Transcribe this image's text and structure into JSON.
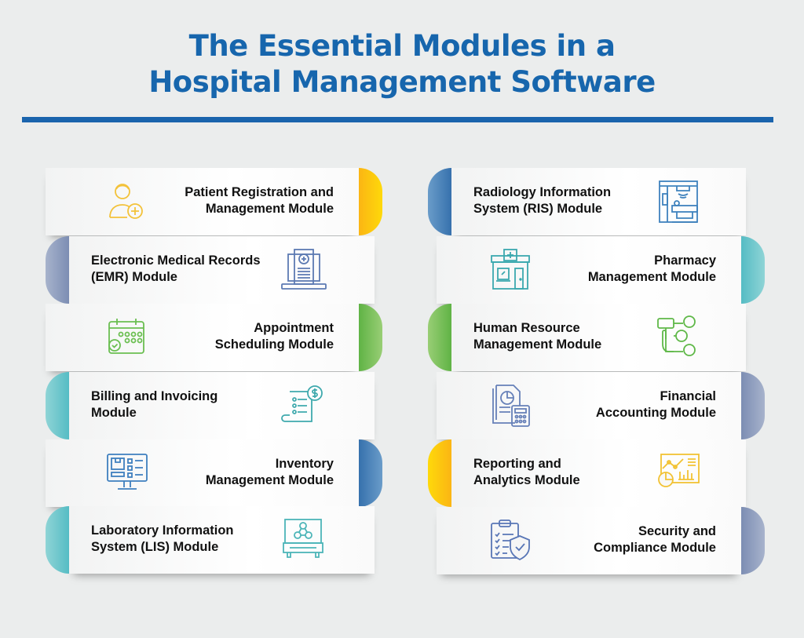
{
  "title": {
    "line1": "The Essential Modules in a",
    "line2": "Hospital Management Software"
  },
  "colors": {
    "title": "#1766ad",
    "rule": "#1a64ad",
    "yellow": "#fdc20d",
    "blue": "#3e7fb8",
    "slate": "#8797b9",
    "green": "#6cbb4c",
    "teal": "#5fc1c7"
  },
  "left_column": [
    {
      "line1": "Patient Registration and",
      "line2": "Management Module",
      "icon": "patient-plus-icon",
      "accent": "yellow",
      "cap": "right"
    },
    {
      "line1": "Electronic Medical Records",
      "line2": "(EMR) Module",
      "icon": "medical-record-laptop-icon",
      "accent": "slate",
      "cap": "left"
    },
    {
      "line1": "Appointment",
      "line2": "Scheduling Module",
      "icon": "calendar-check-icon",
      "accent": "green",
      "cap": "right"
    },
    {
      "line1": "Billing and Invoicing",
      "line2": "Module",
      "icon": "invoice-dollar-icon",
      "accent": "teal",
      "cap": "left"
    },
    {
      "line1": "Inventory",
      "line2": "Management Module",
      "icon": "monitor-inventory-icon",
      "accent": "blue",
      "cap": "right"
    },
    {
      "line1": "Laboratory Information",
      "line2": "System (LIS) Module",
      "icon": "lab-molecule-icon",
      "accent": "teal",
      "cap": "left"
    }
  ],
  "right_column": [
    {
      "line1": "Radiology Information",
      "line2": "System (RIS) Module",
      "icon": "radiology-scanner-icon",
      "accent": "blue",
      "cap": "left"
    },
    {
      "line1": "Pharmacy",
      "line2": "Management Module",
      "icon": "pharmacy-store-icon",
      "accent": "teal",
      "cap": "right"
    },
    {
      "line1": "Human Resource",
      "line2": "Management Module",
      "icon": "hr-org-chart-icon",
      "accent": "green",
      "cap": "left"
    },
    {
      "line1": "Financial",
      "line2": "Accounting Module",
      "icon": "calculator-report-icon",
      "accent": "slate",
      "cap": "right"
    },
    {
      "line1": "Reporting and",
      "line2": "Analytics Module",
      "icon": "analytics-dashboard-icon",
      "accent": "yellow",
      "cap": "left"
    },
    {
      "line1": "Security and",
      "line2": "Compliance Module",
      "icon": "clipboard-shield-icon",
      "accent": "slate",
      "cap": "right"
    }
  ]
}
